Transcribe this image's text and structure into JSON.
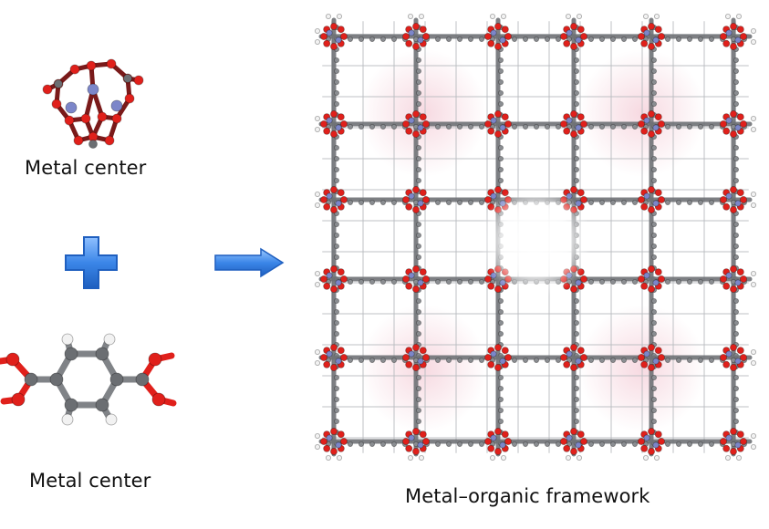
{
  "labels": {
    "metal_center_top": "Metal center",
    "metal_center_bottom": "Metal center",
    "framework": "Metal–organic framework"
  },
  "colors": {
    "oxygen": "#e0201b",
    "carbon": "#6b6e72",
    "metal": "#7c86c9",
    "hydrogen": "#f2f2f2",
    "arrow_blue": "#3b86e8",
    "arrow_edge": "#1f5fbf"
  },
  "icons": {
    "plus": "plus-icon",
    "arrow": "right-arrow-icon"
  }
}
